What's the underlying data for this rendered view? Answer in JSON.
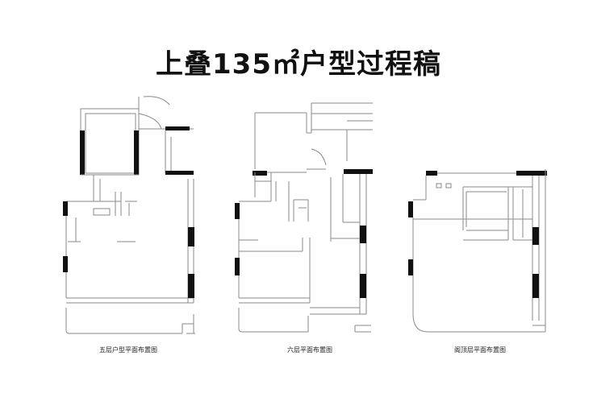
{
  "title": "上叠135㎡户型过程稿",
  "plans": [
    {
      "id": "floor5",
      "caption": "五层户型平面布置图"
    },
    {
      "id": "floor6",
      "caption": "六层平面布置图"
    },
    {
      "id": "attic",
      "caption": "阁顶层平面布置图"
    }
  ]
}
